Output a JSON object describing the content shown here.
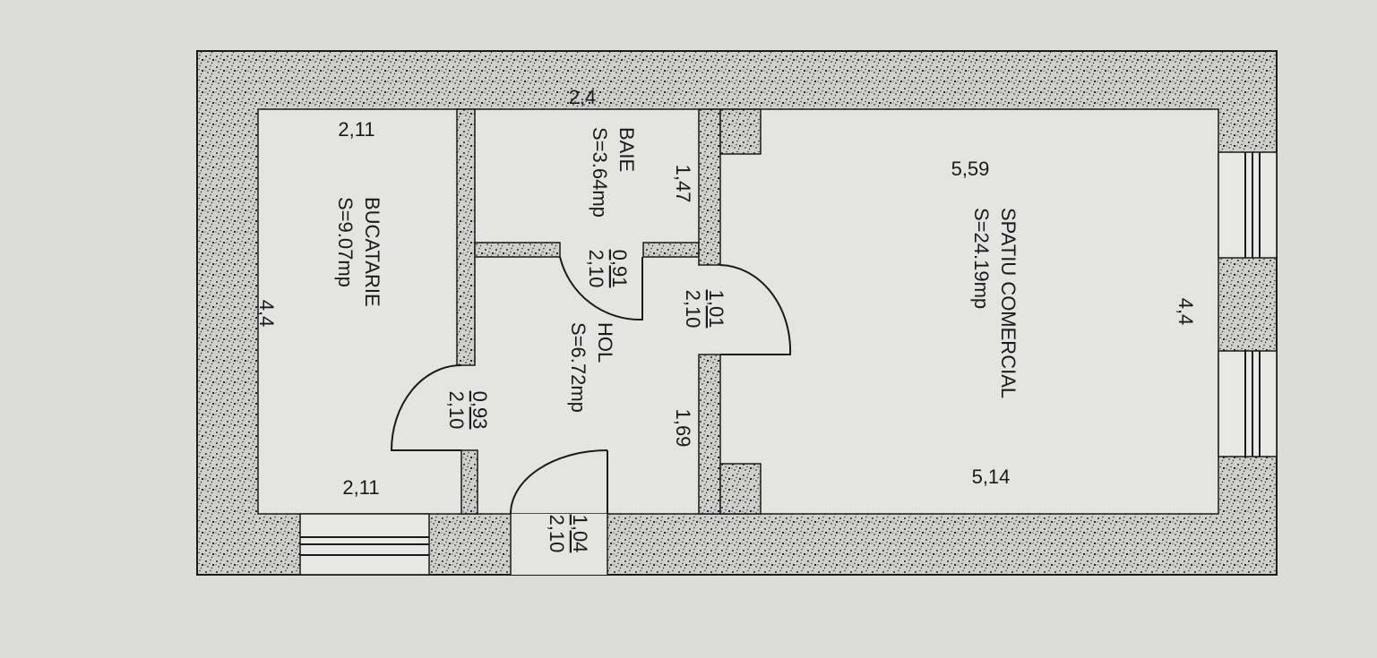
{
  "plan": {
    "colors": {
      "paper": "#dcdcd8",
      "room_floor": "#e4e4e2",
      "wall_fill": "#c8c8c6",
      "ink": "#1a1a1a"
    },
    "rooms": [
      {
        "name": "BUCATARIE",
        "area": "S=9.07mp"
      },
      {
        "name": "BAIE",
        "area": "S=3.64mp"
      },
      {
        "name": "HOL",
        "area": "S=6.72mp"
      },
      {
        "name": "SPATIU COMERCIAL",
        "area": "S=24.19mp"
      }
    ],
    "dimensions": {
      "top_outer": "2,4",
      "left_outer": "4,4",
      "right_outer": "4,4",
      "kitchen_top": "2,11",
      "kitchen_bottom": "2,11",
      "bath_side": "1,47",
      "hall_side": "1,69",
      "shop_top": "5,59",
      "shop_bottom": "5,14"
    },
    "doors": [
      {
        "width": "0,91",
        "height": "2,10"
      },
      {
        "width": "1,01",
        "height": "2,10"
      },
      {
        "width": "0,93",
        "height": "2,10"
      },
      {
        "width": "1,04",
        "height": "2,10"
      }
    ]
  }
}
